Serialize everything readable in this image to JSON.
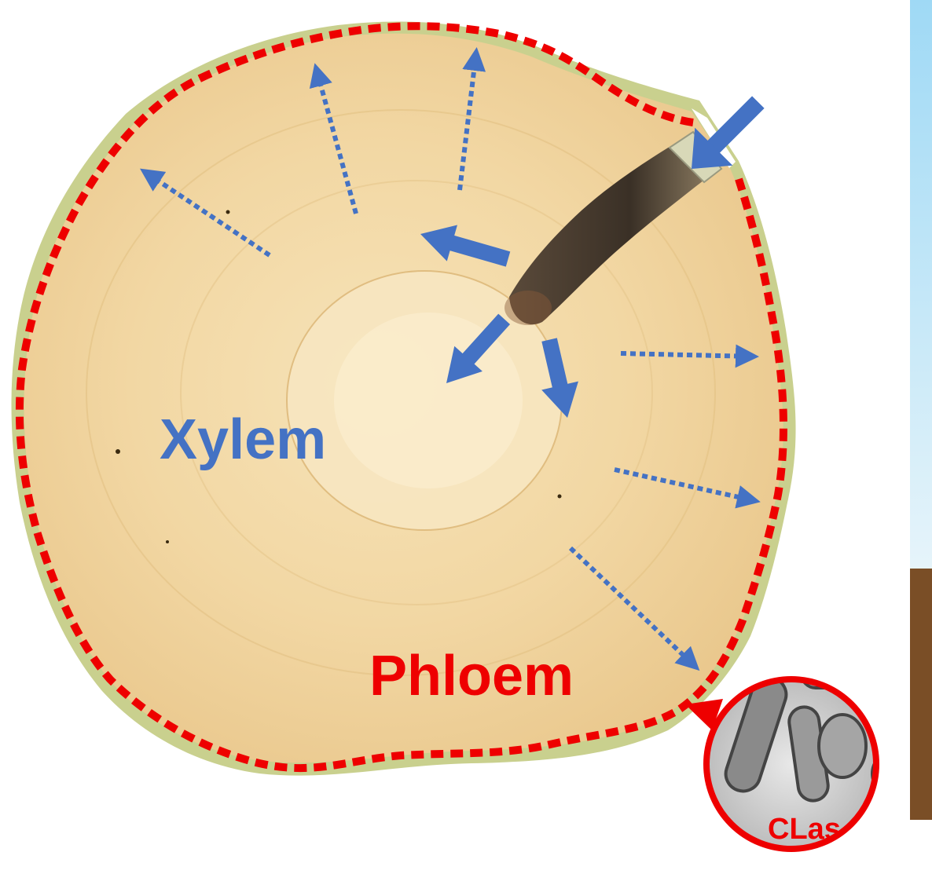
{
  "labels": {
    "xylem": "Xylem",
    "phloem": "Phloem",
    "clas": "CLas"
  },
  "colors": {
    "arrow_blue": "#4472c4",
    "phloem_red": "#ee0000",
    "wood": "#f2d7a3",
    "bark": "#c9d08e",
    "sky": "#bfe3f2",
    "soil": "#7a4e26"
  }
}
